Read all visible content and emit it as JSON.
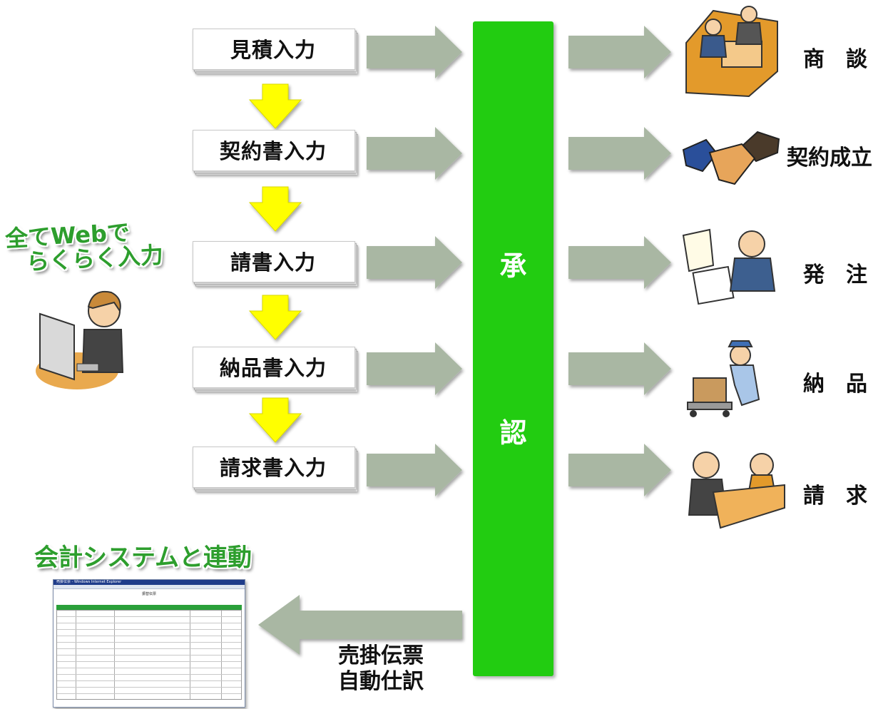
{
  "input_steps": [
    "見積入力",
    "契約書入力",
    "請書入力",
    "納品書入力",
    "請求書入力"
  ],
  "approval": {
    "char1": "承",
    "char2": "認"
  },
  "outcomes": [
    "商　談",
    "契約成立",
    "発　注",
    "納　品",
    "請　求"
  ],
  "web_caption": {
    "line1": "全てWebで",
    "line2": "らくらく入力"
  },
  "accounting_caption": "会計システムと連動",
  "auto_entry": {
    "line1": "売掛伝票",
    "line2": "自動仕訳"
  },
  "screenshot": {
    "window_title": "売掛伝票 - Windows Internet Explorer",
    "doc_title": "振替伝票"
  },
  "colors": {
    "approval": "#22cc11",
    "flow_arrow": "#a9b7a3",
    "step_arrow": "#ffff00",
    "caption_green": "#2d9e2d"
  }
}
